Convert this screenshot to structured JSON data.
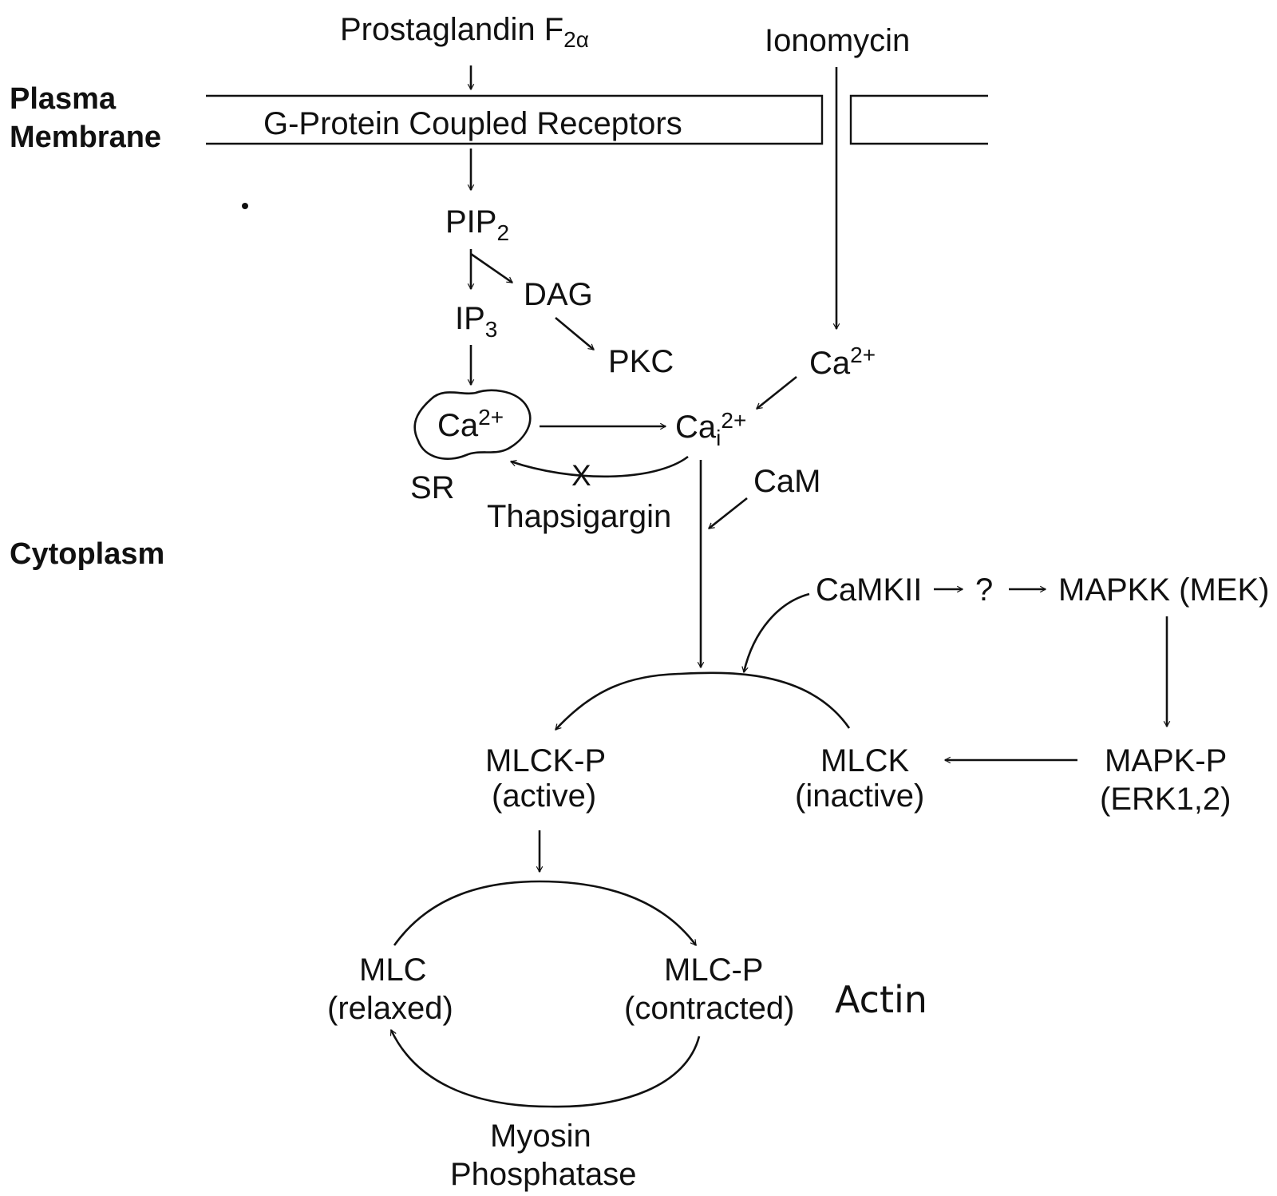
{
  "regions": {
    "plasma_membrane_line1": "Plasma",
    "plasma_membrane_line2": "Membrane",
    "cytoplasm": "Cytoplasm"
  },
  "nodes": {
    "prostaglandin": {
      "text": "Prostaglandin F",
      "sub": "2α"
    },
    "ionomycin": "Ionomycin",
    "gpcr": "G-Protein Coupled Receptors",
    "pip2": {
      "text": "PIP",
      "sub": "2"
    },
    "dag": "DAG",
    "ip3": {
      "text": "IP",
      "sub": "3"
    },
    "pkc": "PKC",
    "ca_extra": {
      "text": "Ca",
      "sup": "2+"
    },
    "ca_sr": {
      "text": "Ca",
      "sup": "2+"
    },
    "sr": "SR",
    "ca_i": {
      "text": "Ca",
      "sub": "i",
      "sup": "2+"
    },
    "thapsigargin": "Thapsigargin",
    "block_mark": "X",
    "cam": "CaM",
    "camkii": "CaMKII",
    "unknown": "?",
    "mapkk": "MAPKK (MEK)",
    "mapk_p": {
      "line1": "MAPK-P",
      "line2": "(ERK1,2)"
    },
    "mlck": {
      "line1": "MLCK",
      "line2": "(inactive)"
    },
    "mlck_p": {
      "line1": "MLCK-P",
      "line2": "(active)"
    },
    "mlc": {
      "line1": "MLC",
      "line2": "(relaxed)"
    },
    "mlc_p": {
      "line1": "MLC-P",
      "line2": "(contracted)"
    },
    "actin": "Actin",
    "phosphatase": {
      "line1": "Myosin",
      "line2": "Phosphatase"
    }
  }
}
